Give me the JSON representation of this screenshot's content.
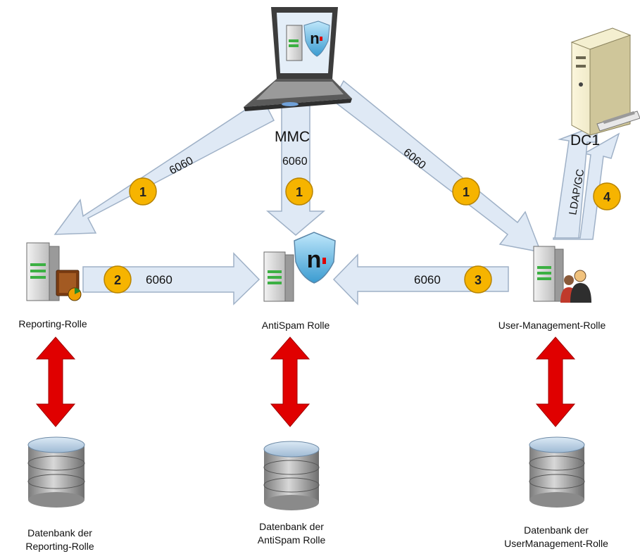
{
  "nodes": {
    "mmc": {
      "label": "MMC"
    },
    "dc1": {
      "label": "DC1"
    },
    "reporting": {
      "label": "Reporting-Rolle"
    },
    "antispam": {
      "label": "AntiSpam Rolle"
    },
    "usermgmt": {
      "label": "User-Management-Rolle"
    },
    "db_reporting": {
      "label_line1": "Datenbank der",
      "label_line2": "Reporting-Rolle"
    },
    "db_antispam": {
      "label_line1": "Datenbank der",
      "label_line2": "AntiSpam Rolle"
    },
    "db_usermgmt": {
      "label_line1": "Datenbank der",
      "label_line2": "UserManagement-Rolle"
    }
  },
  "connections": {
    "mmc_to_reporting": {
      "port": "6060",
      "step": "1"
    },
    "mmc_to_antispam": {
      "port": "6060",
      "step": "1"
    },
    "mmc_to_usermgmt": {
      "port": "6060",
      "step": "1"
    },
    "reporting_to_antispam": {
      "port": "6060",
      "step": "2"
    },
    "usermgmt_to_antispam": {
      "port": "6060",
      "step": "3"
    },
    "usermgmt_to_dc1": {
      "protocol": "LDAP/GC",
      "step": "4"
    }
  },
  "colors": {
    "arrow_fill": "#dfe9f5",
    "arrow_stroke": "#9fb1c7",
    "badge_fill": "#f6b400",
    "badge_stroke": "#b88400",
    "db_link": "#e00000"
  },
  "icons": {
    "mmc": "laptop-icon",
    "dc1": "server-tower-icon",
    "reporting": "report-server-icon",
    "antispam": "shield-server-icon",
    "usermgmt": "users-server-icon",
    "database": "database-icon"
  }
}
